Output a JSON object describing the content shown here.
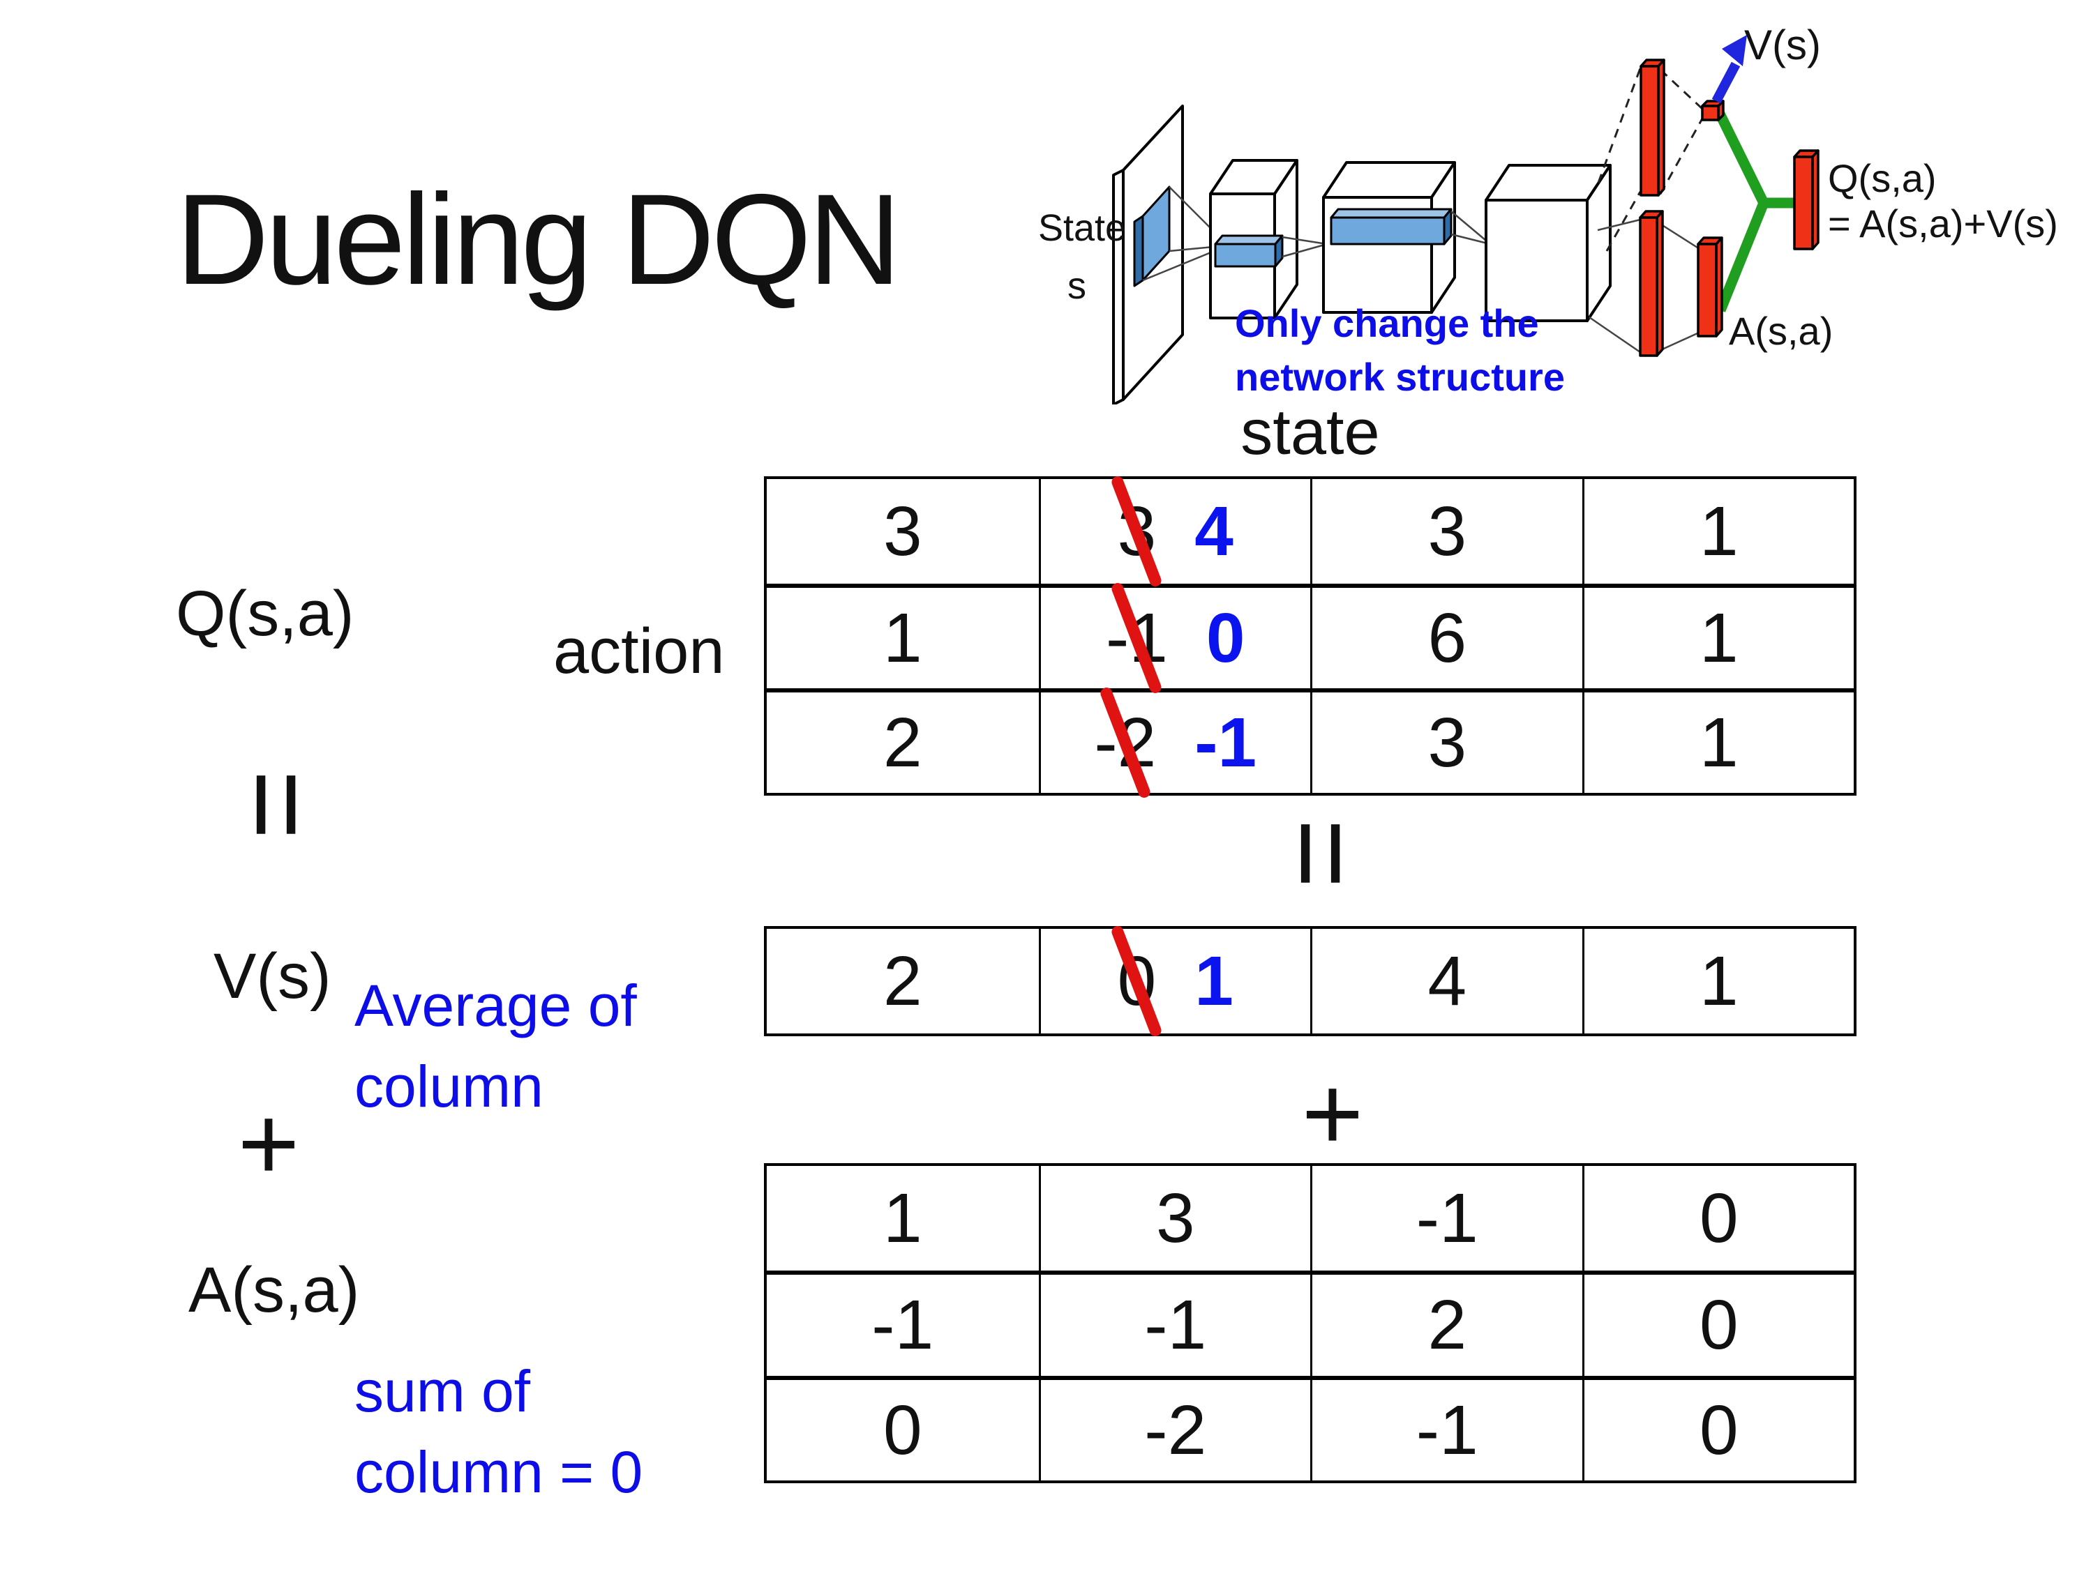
{
  "title": "Dueling DQN",
  "diagram": {
    "state_line1": "State",
    "state_line2": "s",
    "caption_line1": "Only change the",
    "caption_line2": "network structure",
    "v_out_label": "V(s)",
    "q_out_line1": "Q(s,a)",
    "q_out_line2": "= A(s,a)+V(s)",
    "a_out_label": "A(s,a)"
  },
  "equation": {
    "q_label": "Q(s,a)",
    "v_label": "V(s)",
    "a_label": "A(s,a)",
    "equals": "=",
    "plus": "+",
    "state_header": "state",
    "action_label": "action",
    "avg_note_line1": "Average of",
    "avg_note_line2": "column",
    "sum_note_line1": "sum of",
    "sum_note_line2": "column = 0"
  },
  "q_table": {
    "rows": [
      {
        "cells": [
          {
            "t": "3"
          },
          {
            "old": "3",
            "new": "4"
          },
          {
            "t": "3"
          },
          {
            "t": "1"
          }
        ]
      },
      {
        "cells": [
          {
            "t": "1"
          },
          {
            "old": "-1",
            "new": "0"
          },
          {
            "t": "6"
          },
          {
            "t": "1"
          }
        ]
      },
      {
        "cells": [
          {
            "t": "2"
          },
          {
            "old": "-2",
            "new": "-1"
          },
          {
            "t": "3"
          },
          {
            "t": "1"
          }
        ]
      }
    ]
  },
  "v_table": {
    "rows": [
      {
        "cells": [
          {
            "t": "2"
          },
          {
            "old": "0",
            "new": "1"
          },
          {
            "t": "4"
          },
          {
            "t": "1"
          }
        ]
      }
    ]
  },
  "a_table": {
    "rows": [
      {
        "cells": [
          {
            "t": "1"
          },
          {
            "t": "3"
          },
          {
            "t": "-1"
          },
          {
            "t": "0"
          }
        ]
      },
      {
        "cells": [
          {
            "t": "-1"
          },
          {
            "t": "-1"
          },
          {
            "t": "2"
          },
          {
            "t": "0"
          }
        ]
      },
      {
        "cells": [
          {
            "t": "0"
          },
          {
            "t": "-2"
          },
          {
            "t": "-1"
          },
          {
            "t": "0"
          }
        ]
      }
    ]
  },
  "colors": {
    "annotation_blue": "#0D0DE8",
    "replacement_blue": "#0B14EF",
    "cross_red": "#E01313",
    "bar_red": "#EF3117",
    "connector_green": "#1F9E1F",
    "arrow_blue": "#2026DD",
    "filter_blue": "#6FA8DC"
  }
}
